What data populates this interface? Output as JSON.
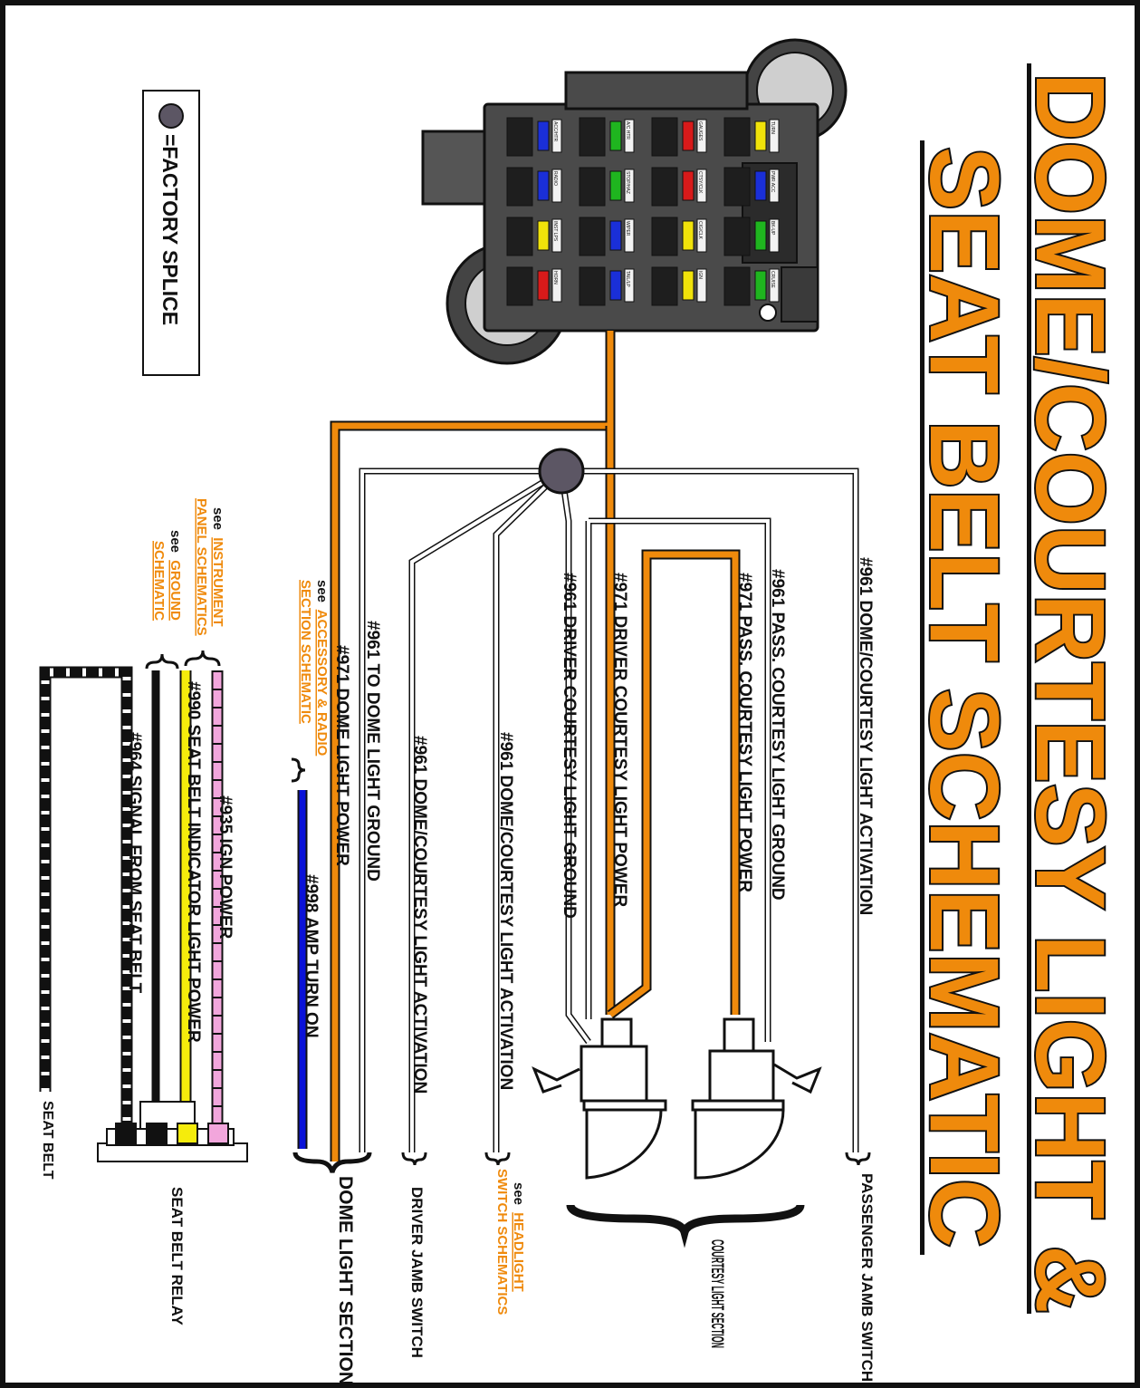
{
  "title": {
    "line1": "DOME/COURTESY LIGHT &",
    "line2": "SEAT BELT SCHEMATIC"
  },
  "legend": {
    "text": "=FACTORY SPLICE"
  },
  "colors": {
    "orange": "#ef8a0c",
    "blue": "#0a12d8",
    "yellow": "#f5ec0c",
    "pink": "#f2a6dc",
    "black": "#111111",
    "splice": "#5c5664",
    "fuse_panel": "#4a4a4a"
  },
  "wires": {
    "w961_pass_activation": "#961 DOME/COURTESY LIGHT ACTIVATION",
    "w961_pass_ground": "#961 PASS. COURTESY LIGHT GROUND",
    "w971_pass_power": "#971 PASS. COURTESY LIGHT POWER",
    "w971_driver_power": "#971 DRIVER COURTESY LIGHT POWER",
    "w961_driver_ground": "#961 DRIVER COURTESY LIGHT GROUND",
    "w961_headlight_activation": "#961 DOME/COURTESY LIGHT ACTIVATION",
    "w961_driver_activation": "#961 DOME/COURTESY LIGHT ACTIVATION",
    "w961_dome_ground": "#961 TO DOME LIGHT GROUND",
    "w971_dome_power": "#971 DOME LIGHT POWER",
    "w998_amp": "#998 AMP TURN ON",
    "w935_ign": "#935 IGN POWER",
    "w990_seatbelt": "#990 SEAT BELT INDICATOR LIGHT POWER",
    "w964_signal": "#964 SIGNAL FROM SEAT BELT"
  },
  "components": {
    "passenger_jamb": "PASSENGER JAMB SWITCH",
    "courtesy_section": "COURTESY LIGHT SECTION",
    "driver_jamb": "DRIVER JAMB SWITCH",
    "dome_section": "DOME LIGHT SECTION",
    "seat_belt_relay": "SEAT BELT RELAY",
    "seat_belt": "SEAT BELT"
  },
  "references": {
    "headlight": {
      "see": "see",
      "link": "HEADLIGHT",
      "rest": "SWITCH SCHEMATICS"
    },
    "accessory": {
      "see": "see",
      "link": "ACCESSORY & RADIO",
      "rest": "SECTION SCHEMATIC"
    },
    "instrument": {
      "see": "see",
      "link": "INSTRUMENT",
      "rest": "PANEL SCHEMATICS"
    },
    "ground": {
      "see": "see",
      "link": "GROUND",
      "rest": "SCHEMATIC"
    }
  },
  "fuse_labels": [
    "ACC/HTR",
    "A/C HTR",
    "GAUGES",
    "TURN",
    "RADIO",
    "STOP/HAZ",
    "CTSY/CLK",
    "PWR ACC",
    "INST LPS",
    "WIPER",
    "CIG/CLK",
    "BK-UP",
    "HORN",
    "TAIL/LP",
    "IGN",
    "CRUISE"
  ]
}
